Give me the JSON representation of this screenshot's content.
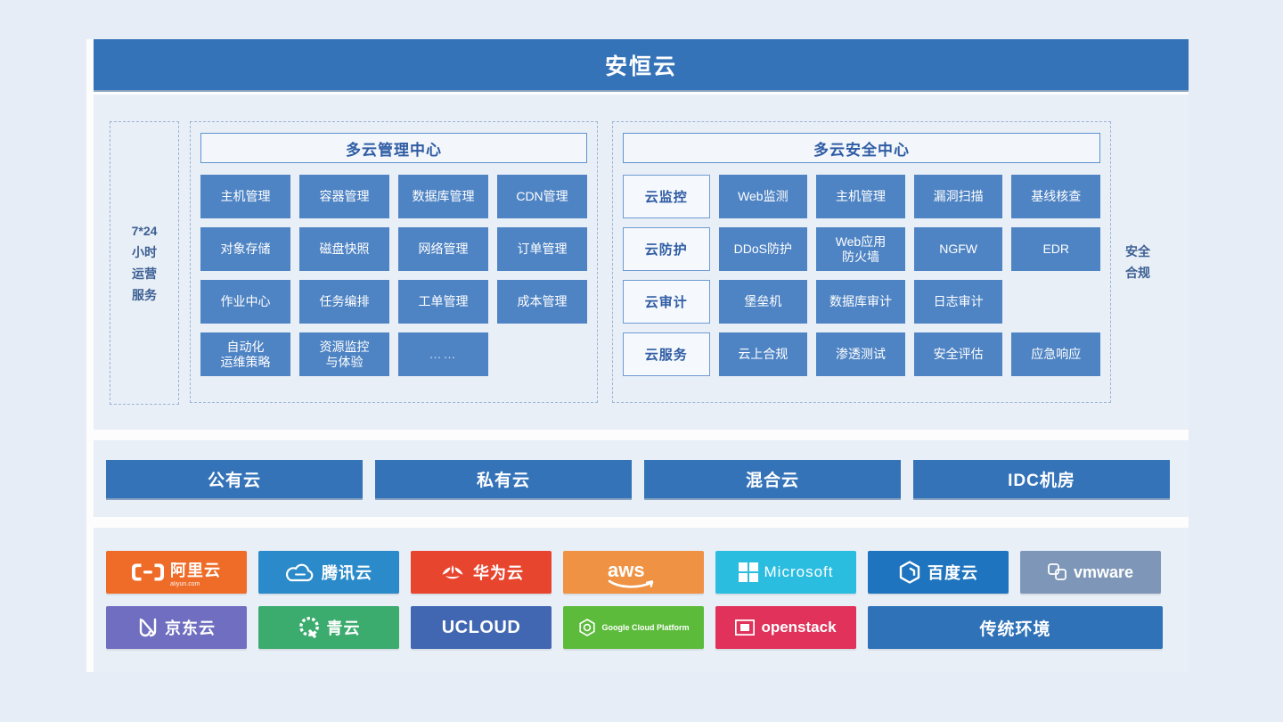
{
  "banner": {
    "title": "安恒云"
  },
  "side_labels": {
    "left": "7*24\n小时\n运营\n服务",
    "right": "安全\n合规"
  },
  "panels": [
    {
      "id": "multi-cloud-management-center",
      "title": "多云管理中心",
      "rows": [
        [
          "主机管理",
          "容器管理",
          "数据库管理",
          "CDN管理"
        ],
        [
          "对象存储",
          "磁盘快照",
          "网络管理",
          "订单管理"
        ],
        [
          "作业中心",
          "任务编排",
          "工单管理",
          "成本管理"
        ],
        [
          "自动化\n运维策略",
          "资源监控\n与体验",
          "……",
          ""
        ]
      ]
    },
    {
      "id": "multi-cloud-security-center",
      "title": "多云安全中心",
      "rows": [
        {
          "label": "云监控",
          "items": [
            "Web监测",
            "主机管理",
            "漏洞扫描",
            "基线核查"
          ]
        },
        {
          "label": "云防护",
          "items": [
            "DDoS防护",
            "Web应用\n防火墙",
            "NGFW",
            "EDR"
          ]
        },
        {
          "label": "云审计",
          "items": [
            "堡垒机",
            "数据库审计",
            "日志审计",
            ""
          ]
        },
        {
          "label": "云服务",
          "items": [
            "云上合规",
            "渗透测试",
            "安全评估",
            "应急响应"
          ]
        }
      ]
    }
  ],
  "cloud_types": [
    "公有云",
    "私有云",
    "混合云",
    "IDC机房"
  ],
  "vendors": [
    [
      {
        "name": "阿里云",
        "sub": "aliyun.com",
        "icon": "aliyun-icon",
        "bg": "#ee6c28"
      },
      {
        "name": "腾讯云",
        "sub": "",
        "icon": "tencent-cloud-icon",
        "bg": "#2b8ac9"
      },
      {
        "name": "华为云",
        "sub": "",
        "icon": "huawei-icon",
        "bg": "#e8452f"
      },
      {
        "name": "aws",
        "sub": "",
        "icon": "aws-icon",
        "bg": "#ef9243"
      },
      {
        "name": "Microsoft",
        "sub": "",
        "icon": "microsoft-icon",
        "bg": "#2bbde0"
      },
      {
        "name": "百度云",
        "sub": "",
        "icon": "baidu-cloud-icon",
        "bg": "#1e74be"
      },
      {
        "name": "vmware",
        "sub": "",
        "icon": "vmware-icon",
        "bg": "#7e97b8"
      }
    ],
    [
      {
        "name": "京东云",
        "sub": "",
        "icon": "jd-cloud-icon",
        "bg": "#6f6ec0"
      },
      {
        "name": "青云",
        "sub": "",
        "icon": "qingcloud-icon",
        "bg": "#3bab6e"
      },
      {
        "name": "UCLOUD",
        "sub": "",
        "icon": "ucloud-icon",
        "bg": "#4267b2"
      },
      {
        "name": "Google Cloud Platform",
        "sub": "",
        "icon": "gcp-icon",
        "bg": "#5dbb3c"
      },
      {
        "name": "openstack",
        "sub": "",
        "icon": "openstack-icon",
        "bg": "#e0325a"
      },
      {
        "name": "传统环境",
        "sub": "",
        "icon": "",
        "bg": "#2f72b8"
      }
    ]
  ],
  "colors": {
    "background": "#e7edf6",
    "banner_blue": "#3573b9",
    "section_bg": "#e9eff7",
    "tile_blue": "#4f84c4",
    "accent_text": "#2f5ca3",
    "dash_border": "#9bb4d6"
  }
}
